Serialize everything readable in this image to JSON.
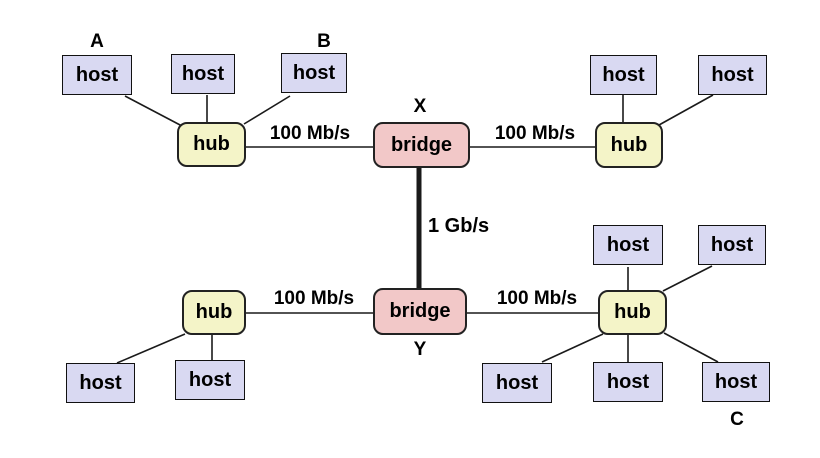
{
  "colors": {
    "host_fill": "#d9d9f2",
    "hub_fill": "#f4f4c8",
    "bridge_fill": "#f2c8c8",
    "line": "#1a1a1a",
    "text": "#000000",
    "background": "#ffffff"
  },
  "nodes": {
    "host_label": "host",
    "hub_label": "hub",
    "bridge_label": "bridge"
  },
  "tags": {
    "a": "A",
    "b": "B",
    "c": "C",
    "x": "X",
    "y": "Y"
  },
  "link_labels": {
    "lan_top_left": "100 Mb/s",
    "lan_top_right": "100 Mb/s",
    "lan_bottom_left": "100 Mb/s",
    "lan_bottom_right": "100 Mb/s",
    "backbone": "1 Gb/s"
  },
  "topology": {
    "hub_count": 4,
    "bridge_count": 2,
    "host_count": 12,
    "segments": [
      {
        "hub": "top-left",
        "host_count": 3,
        "tagged_hosts": [
          "A",
          "B"
        ],
        "uplink": "bridge X",
        "link_speed": "100 Mb/s"
      },
      {
        "hub": "top-right",
        "host_count": 2,
        "tagged_hosts": [],
        "uplink": "bridge X",
        "link_speed": "100 Mb/s"
      },
      {
        "hub": "bottom-left",
        "host_count": 2,
        "tagged_hosts": [],
        "uplink": "bridge Y",
        "link_speed": "100 Mb/s"
      },
      {
        "hub": "bottom-right",
        "host_count": 5,
        "tagged_hosts": [
          "C"
        ],
        "uplink": "bridge Y",
        "link_speed": "100 Mb/s"
      }
    ],
    "backbone_link": {
      "from": "bridge X",
      "to": "bridge Y",
      "speed": "1 Gb/s"
    }
  }
}
